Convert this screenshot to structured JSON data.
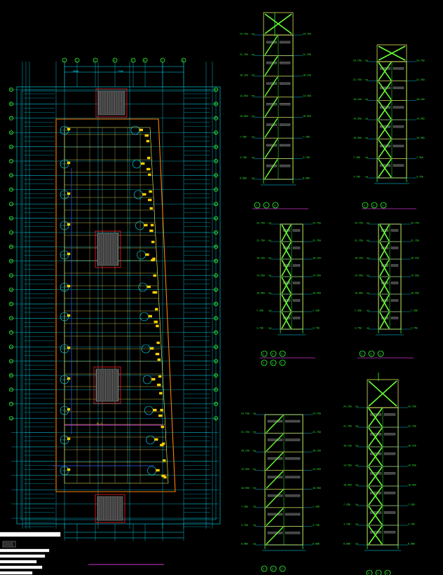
{
  "colors": {
    "background": "#000000",
    "grid_cyan": "#00e5ff",
    "column_green": "#33ff33",
    "brace_green": "#66ff33",
    "slab_yellow": "#ffff66",
    "outline_orange": "#ff8000",
    "stair_red": "#ff2020",
    "callout_yellow": "#ffd000",
    "line_magenta": "#cc33cc",
    "hatch_white": "#dddddd",
    "beam_blue": "#3366ff"
  },
  "icons": {
    "axis_bubble": "green-circle-icon",
    "level_marker": "elevation-triangle-icon"
  },
  "plan": {
    "bubbles_top": [
      "1",
      "2",
      "3",
      "4",
      "5",
      "6",
      "7",
      "8"
    ],
    "bubbles_left": [
      "A",
      "B",
      "C",
      "D",
      "E",
      "F",
      "G",
      "H",
      "J",
      "K",
      "L",
      "M",
      "N",
      "P",
      "Q",
      "R",
      "S",
      "T",
      "U",
      "V",
      "W",
      "X",
      "Y",
      "Z"
    ]
  },
  "elevation_levels": [
    "24.750",
    "21.750",
    "18.150",
    "14.550",
    "10.950",
    "7.350",
    "3.750",
    "0.000"
  ],
  "elevations": [
    {
      "type": "tall-cross",
      "bubbles": [
        "①",
        "②",
        "③"
      ]
    },
    {
      "type": "cross",
      "bubbles": [
        "①",
        "②",
        "③"
      ]
    },
    {
      "type": "cross",
      "bubbles": [
        "④",
        "⑤",
        "⑥"
      ],
      "bubbles2": [
        "⑦",
        "⑧",
        "⑨"
      ]
    },
    {
      "type": "cross",
      "bubbles": [
        "④",
        "⑤",
        "⑥"
      ]
    },
    {
      "type": "diag",
      "bubbles": [
        "⑤",
        "⑥",
        "⑦"
      ]
    },
    {
      "type": "tall-cross",
      "bubbles": [
        "⑧",
        "⑨",
        "⑩"
      ]
    }
  ]
}
